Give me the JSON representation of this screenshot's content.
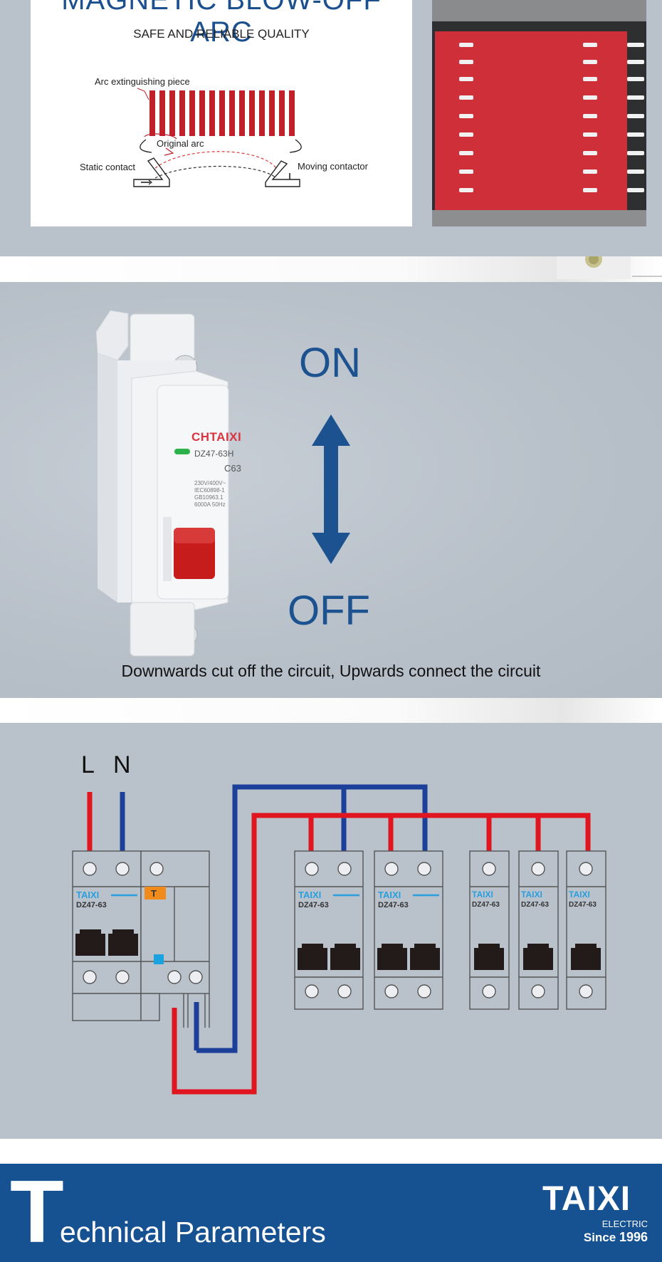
{
  "arc_section": {
    "title": "MAGNETIC BLOW-OFF ARC",
    "subtitle": "SAFE AND RELIABLE QUALITY",
    "labels": {
      "arc_piece": "Arc extinguishing piece",
      "original_arc": "Original arc",
      "static_contact": "Static contact",
      "moving_contactor": "Moving contactor"
    }
  },
  "switch_section": {
    "on_label": "ON",
    "off_label": "OFF",
    "caption": "Downwards cut off the circuit, Upwards connect the circuit",
    "breaker": {
      "brand": "CHTAIXI",
      "model": "DZ47-63H",
      "rating": "C63",
      "spec_lines": [
        "230V/400V~",
        "IEC60898-1",
        "GB10963.1",
        "6000A  50Hz"
      ]
    }
  },
  "wiring_section": {
    "line_label": "L",
    "neutral_label": "N",
    "breaker_brand": "TAIXI",
    "breaker_model": "DZ47-63",
    "test_label": "T"
  },
  "footer": {
    "title_initial": "T",
    "title_rest": "echnical Parameters",
    "logo": "TAIXI",
    "logo_sub": "ELECTRIC",
    "since_prefix": "Since",
    "since_year": "1996"
  },
  "colors": {
    "brand_blue": "#165292",
    "wire_red": "#e0151f",
    "wire_blue": "#1c3f9a",
    "switch_red": "#c61c1c"
  }
}
